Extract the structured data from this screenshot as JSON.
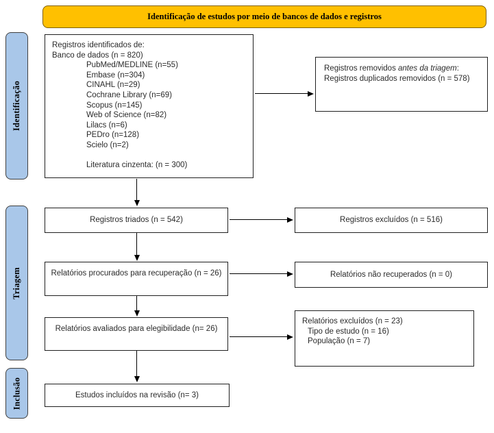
{
  "banner": {
    "title": "Identificação de estudos por meio de bancos de dados e registros"
  },
  "stages": {
    "identification": "Identificação",
    "screening": "Triagem",
    "inclusion": "Inclusão"
  },
  "colors": {
    "banner_fill": "#FFC000",
    "banner_border": "#7F6000",
    "stage_fill": "#A9C7E9",
    "stage_border": "#3F3F3F",
    "box_border": "#1F1F1F",
    "arrow": "#000000",
    "text": "#2B2B2B"
  },
  "boxes": {
    "identified": {
      "lines": [
        "Registros identificados de:",
        "Banco de dados (n = 820)",
        "PubMed/MEDLINE (n=55)",
        "Embase (n=304)",
        "CINAHL (n=29)",
        "Cochrane Library (n=69)",
        "Scopus (n=145)",
        "Web of Science (n=82)",
        "Lilacs (n=6)",
        "PEDro (n=128)",
        "Scielo (n=2)",
        "Literatura cinzenta: (n = 300)"
      ]
    },
    "removed_before_screening": {
      "prefix": "Registros removidos ",
      "italic": "antes da triagem",
      "suffix": ": Registros duplicados removidos (n = 578)"
    },
    "screened": "Registros triados (n = 542)",
    "records_excluded": "Registros excluídos (n = 516)",
    "sought": "Relatórios procurados para recuperação (n = 26)",
    "not_retrieved": "Relatórios não recuperados (n = 0)",
    "assessed": "Relatórios avaliados para elegibilidade (n= 26)",
    "reports_excluded": {
      "lines": [
        "Relatórios excluídos (n = 23)",
        "Tipo de estudo (n = 16)",
        "População (n = 7)"
      ]
    },
    "included": "Estudos incluídos na revisão (n= 3)"
  }
}
